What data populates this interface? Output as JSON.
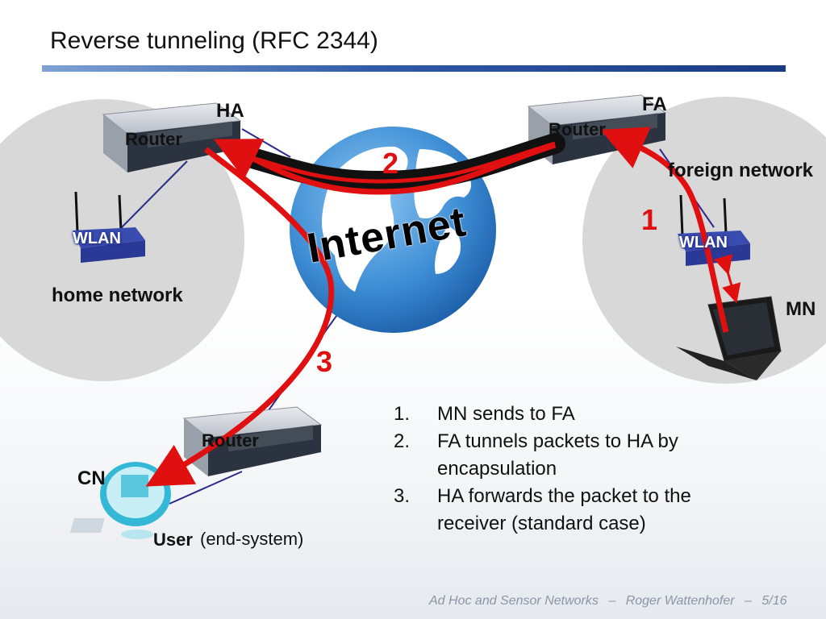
{
  "slide": {
    "title": "Reverse tunneling (RFC 2344)"
  },
  "diagram": {
    "ha_label": "HA",
    "fa_label": "FA",
    "router_label": "Router",
    "wlan_label": "WLAN",
    "home_network_label": "home network",
    "foreign_network_label": "foreign network",
    "internet_label": "Internet",
    "mn_label": "MN",
    "cn_label": "CN",
    "user_label": "User",
    "end_system_label": "(end-system)",
    "step_markers": [
      "1",
      "2",
      "3"
    ],
    "colors": {
      "arrow": "#e01010",
      "tunnel": "#111111",
      "link": "#2a2a8c",
      "network_circle": "#d8d8d8",
      "ocean": "#3f8fd6",
      "land": "#ffffff"
    }
  },
  "steps": [
    {
      "num": "1.",
      "text": "MN sends to FA"
    },
    {
      "num": "2.",
      "text": "FA tunnels packets to HA by encapsulation"
    },
    {
      "num": "3.",
      "text": "HA forwards the packet to the receiver (standard case)"
    }
  ],
  "footer": {
    "course": "Ad Hoc and Sensor Networks",
    "sep": "–",
    "author": "Roger Wattenhofer",
    "page": "5/16"
  }
}
